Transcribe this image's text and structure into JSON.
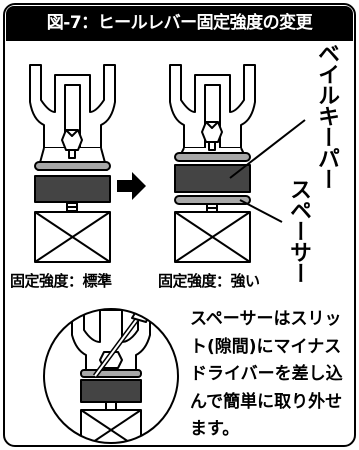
{
  "title": "図-7：ヒールレバー固定強度の変更",
  "labels": {
    "bail_keeper": "ベイルキーパー",
    "spacer": "スペーサー"
  },
  "captions": {
    "standard": "固定強度：標準",
    "strong": "固定強度：強い"
  },
  "instruction": "スペーサーはスリット(隙間)にマイナスドライバーを差し込んで簡単に取り外せます。",
  "colors": {
    "ink": "#000000",
    "keeper_gray": "#444444",
    "ring_gray": "#a8a8a8",
    "background": "#ffffff"
  },
  "icons": [
    "right-arrow-icon",
    "screwdriver-icon"
  ]
}
